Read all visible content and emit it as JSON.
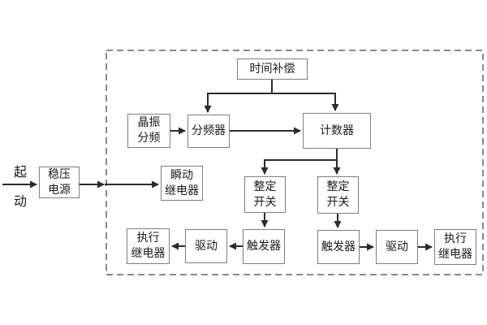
{
  "diagram": {
    "title_hint": "relay timing module block diagram",
    "start": {
      "line1": "起",
      "line2": "动"
    },
    "nodes": {
      "power_supply": {
        "line1": "稳压",
        "line2": "电源"
      },
      "time_compensation": {
        "label": "时间补偿"
      },
      "crystal_divider": {
        "line1": "晶振",
        "line2": "分频"
      },
      "frequency_divider": {
        "label": "分频器"
      },
      "counter": {
        "label": "计数器"
      },
      "instant_relay": {
        "line1": "瞬动",
        "line2": "继电器"
      },
      "setting_switch_left": {
        "line1": "整定",
        "line2": "开关"
      },
      "setting_switch_right": {
        "line1": "整定",
        "line2": "开关"
      },
      "trigger_left": {
        "label": "触发器"
      },
      "trigger_right": {
        "label": "触发器"
      },
      "drive_left": {
        "label": "驱动"
      },
      "drive_right": {
        "label": "驱动"
      },
      "exec_relay_left": {
        "line1": "执行",
        "line2": "继电器"
      },
      "exec_relay_right": {
        "line1": "执行",
        "line2": "继电器"
      }
    },
    "edges": [
      {
        "from": "start",
        "to": "power_supply"
      },
      {
        "from": "power_supply",
        "to": "instant_relay"
      },
      {
        "from": "crystal_divider",
        "to": "frequency_divider"
      },
      {
        "from": "frequency_divider",
        "to": "counter"
      },
      {
        "from": "time_compensation",
        "to": "frequency_divider"
      },
      {
        "from": "time_compensation",
        "to": "counter"
      },
      {
        "from": "counter",
        "to": "setting_switch_left"
      },
      {
        "from": "counter",
        "to": "setting_switch_right"
      },
      {
        "from": "setting_switch_left",
        "to": "trigger_left"
      },
      {
        "from": "setting_switch_right",
        "to": "trigger_right"
      },
      {
        "from": "trigger_left",
        "to": "drive_left"
      },
      {
        "from": "drive_left",
        "to": "exec_relay_left"
      },
      {
        "from": "trigger_right",
        "to": "drive_right"
      },
      {
        "from": "drive_right",
        "to": "exec_relay_right"
      }
    ],
    "colors": {
      "background": "#ffffff",
      "connector_line": "#2b2b2b",
      "box_border": "#7f7f7f",
      "dashed_boundary": "#8a8a8a",
      "text": "#1a1a1a"
    }
  }
}
